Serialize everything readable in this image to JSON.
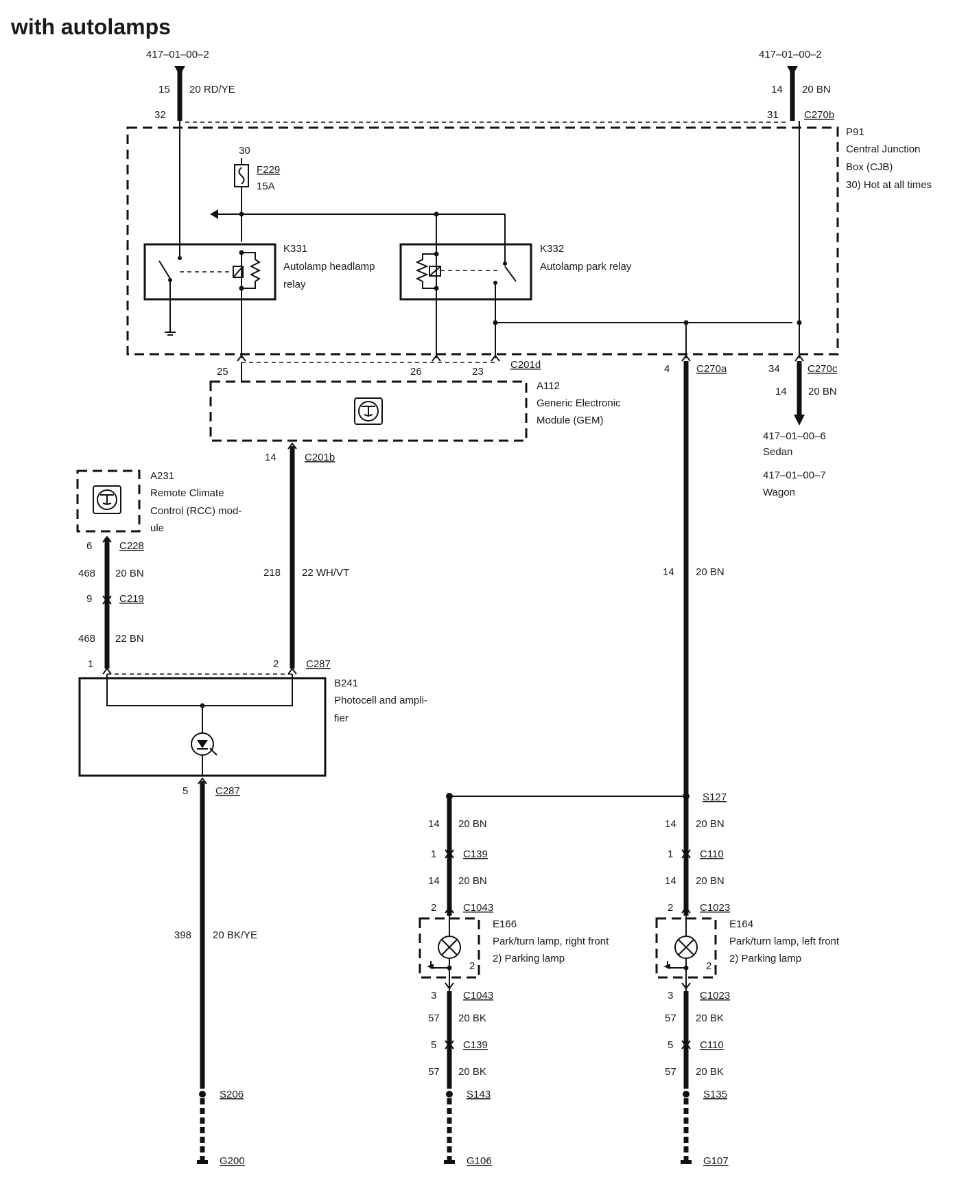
{
  "title": "with autolamps",
  "refs": {
    "left_top": "417–01–00–2",
    "right_top": "417–01–00–2",
    "sedan_ref": "417–01–00–6",
    "sedan": "Sedan",
    "wagon_ref": "417–01–00–7",
    "wagon": "Wagon"
  },
  "cjb": {
    "id": "P91",
    "name_line1": "Central Junction",
    "name_line2": "Box (CJB)",
    "note": "30)   Hot at all times",
    "fuse_pin": "30",
    "fuse_id": "F229",
    "fuse_rating": "15A"
  },
  "relays": {
    "k331_id": "K331",
    "k331_line1": "Autolamp headlamp",
    "k331_line2": "relay",
    "k332_id": "K332",
    "k332_line1": "Autolamp park relay"
  },
  "modules": {
    "gem_id": "A112",
    "gem_line1": "Generic Electronic",
    "gem_line2": "Module (GEM)",
    "rcc_id": "A231",
    "rcc_line1": "Remote Climate",
    "rcc_line2": "Control (RCC) mod-",
    "rcc_line3": "ule",
    "photo_id": "B241",
    "photo_line1": "Photocell and ampli-",
    "photo_line2": "fier"
  },
  "lamps": {
    "right_id": "E166",
    "right_line1": "Park/turn lamp, right front",
    "right_line2": "2)     Parking lamp",
    "left_id": "E164",
    "left_line1": "Park/turn lamp, left front",
    "left_line2": "2)     Parking lamp",
    "pin2": "2"
  },
  "top_wires": {
    "left_circuit": "15",
    "left_wire": "20 RD/YE",
    "left_pin": "32",
    "right_circuit": "14",
    "right_wire": "20 BN",
    "right_pin": "31",
    "right_conn": "C270b"
  },
  "cjb_bottom": {
    "pin25": "25",
    "pin26": "26",
    "pin23": "23",
    "conn_c201d": "C201d",
    "pin4": "4",
    "conn_c270a": "C270a",
    "pin34": "34",
    "conn_c270c": "C270c",
    "sedan_circuit": "14",
    "sedan_wire": "20 BN"
  },
  "gem_out": {
    "pin": "14",
    "conn": "C201b",
    "circuit": "218",
    "wire": "22 WH/VT"
  },
  "rcc_wires": {
    "pin6": "6",
    "conn_c228": "C228",
    "circuit_a": "468",
    "wire_a": "20 BN",
    "pin9": "9",
    "conn_c219": "C219",
    "circuit_b": "468",
    "wire_b": "22 BN"
  },
  "photo_pins": {
    "pin1": "1",
    "pin2": "2",
    "conn_top": "C287",
    "pin5": "5",
    "conn_bottom": "C287",
    "circuit": "398",
    "wire": "20 BK/YE",
    "splice": "S206",
    "ground": "G200"
  },
  "right_feed": {
    "circuit": "14",
    "wire": "20 BN",
    "splice": "S127"
  },
  "col_right_lamp": {
    "c1": "14",
    "w1": "20 BN",
    "p1": "1",
    "conn1": "C139",
    "c2": "14",
    "w2": "20 BN",
    "p2": "2",
    "conn2": "C1043",
    "p3": "3",
    "conn3": "C1043",
    "c3": "57",
    "w3": "20 BK",
    "p4": "5",
    "conn4": "C139",
    "c4": "57",
    "w4": "20 BK",
    "splice": "S143",
    "ground": "G106"
  },
  "col_left_lamp": {
    "c1": "14",
    "w1": "20 BN",
    "p1": "1",
    "conn1": "C110",
    "c2": "14",
    "w2": "20 BN",
    "p2": "2",
    "conn2": "C1023",
    "p3": "3",
    "conn3": "C1023",
    "c3": "57",
    "w3": "20 BK",
    "p4": "5",
    "conn4": "C110",
    "c4": "57",
    "w4": "20 BK",
    "splice": "S135",
    "ground": "G107"
  }
}
